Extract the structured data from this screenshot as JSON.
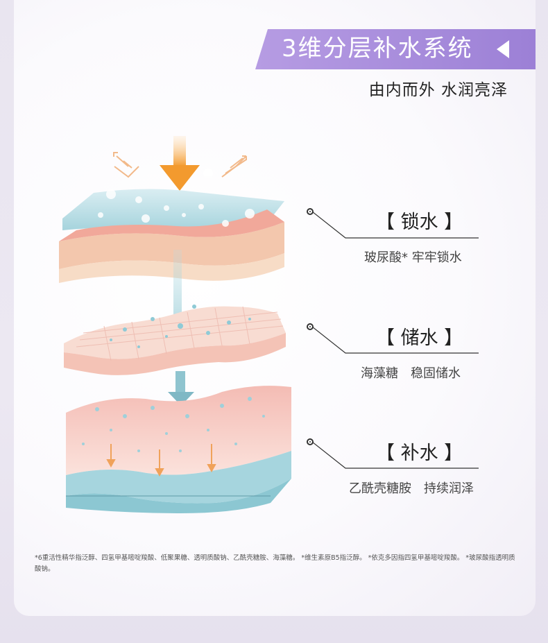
{
  "header": {
    "title": "3维分层补水系统",
    "subtitle": "由内而外 水润亮泽"
  },
  "features": [
    {
      "title": "【 锁水 】",
      "description": "玻尿酸* 牢牢锁水"
    },
    {
      "title": "【 储水 】",
      "description": "海藻糖　稳固储水"
    },
    {
      "title": "【 补水 】",
      "description": "乙酰壳糖胺　持续润泽"
    }
  ],
  "footnote": "*6重活性精华指泛醇、四氢甲基嘧啶羧酸、低聚果糖、透明质酸钠、乙酰壳糖胺、海藻糖。 *维生素原B5指泛醇。 *依克多因指四氢甲基嘧啶羧酸。 *玻尿酸指透明质酸钠。",
  "colors": {
    "accent": "#a58ad9",
    "skin_pink": "#f2b5a8",
    "water_blue": "#8fcbd6",
    "arrow_orange": "#f3a23c"
  }
}
